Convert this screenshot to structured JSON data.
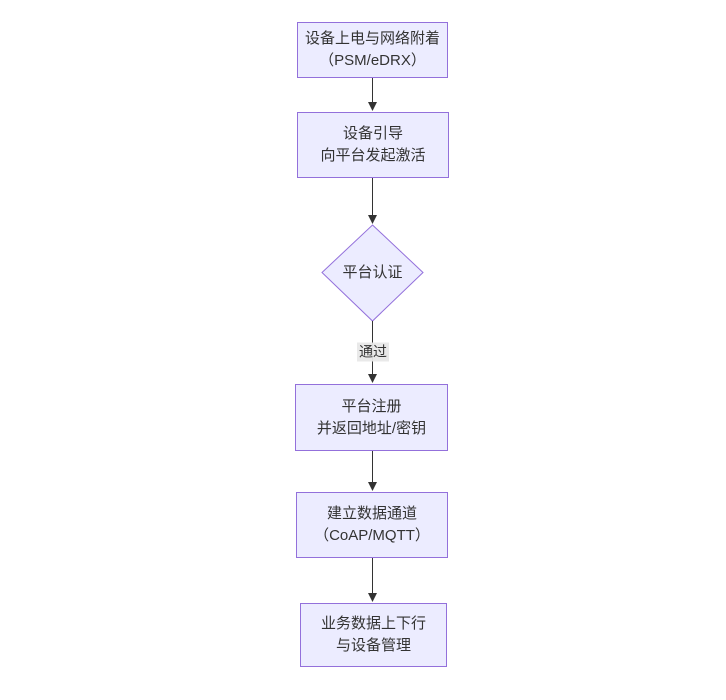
{
  "diagram": {
    "type": "flowchart-top-down",
    "colors": {
      "node_fill": "#ECECFF",
      "node_border": "#9370DB",
      "text": "#333333",
      "edge_line": "#333333",
      "edge_label_bg": "#E8E8E8",
      "background": "#FFFFFF"
    },
    "nodes": [
      {
        "id": "A",
        "shape": "rect",
        "line1": "设备上电与网络附着",
        "line2": "（PSM/eDRX）"
      },
      {
        "id": "B",
        "shape": "rect",
        "line1": "设备引导",
        "line2": "向平台发起激活"
      },
      {
        "id": "C",
        "shape": "diamond",
        "line1": "平台认证",
        "line2": ""
      },
      {
        "id": "D",
        "shape": "rect",
        "line1": "平台注册",
        "line2": "并返回地址/密钥"
      },
      {
        "id": "E",
        "shape": "rect",
        "line1": "建立数据通道",
        "line2": "（CoAP/MQTT）"
      },
      {
        "id": "F",
        "shape": "rect",
        "line1": "业务数据上下行",
        "line2": "与设备管理"
      }
    ],
    "edges": [
      {
        "from": "A",
        "to": "B",
        "label": ""
      },
      {
        "from": "B",
        "to": "C",
        "label": ""
      },
      {
        "from": "C",
        "to": "D",
        "label": "通过"
      },
      {
        "from": "D",
        "to": "E",
        "label": ""
      },
      {
        "from": "E",
        "to": "F",
        "label": ""
      }
    ]
  }
}
